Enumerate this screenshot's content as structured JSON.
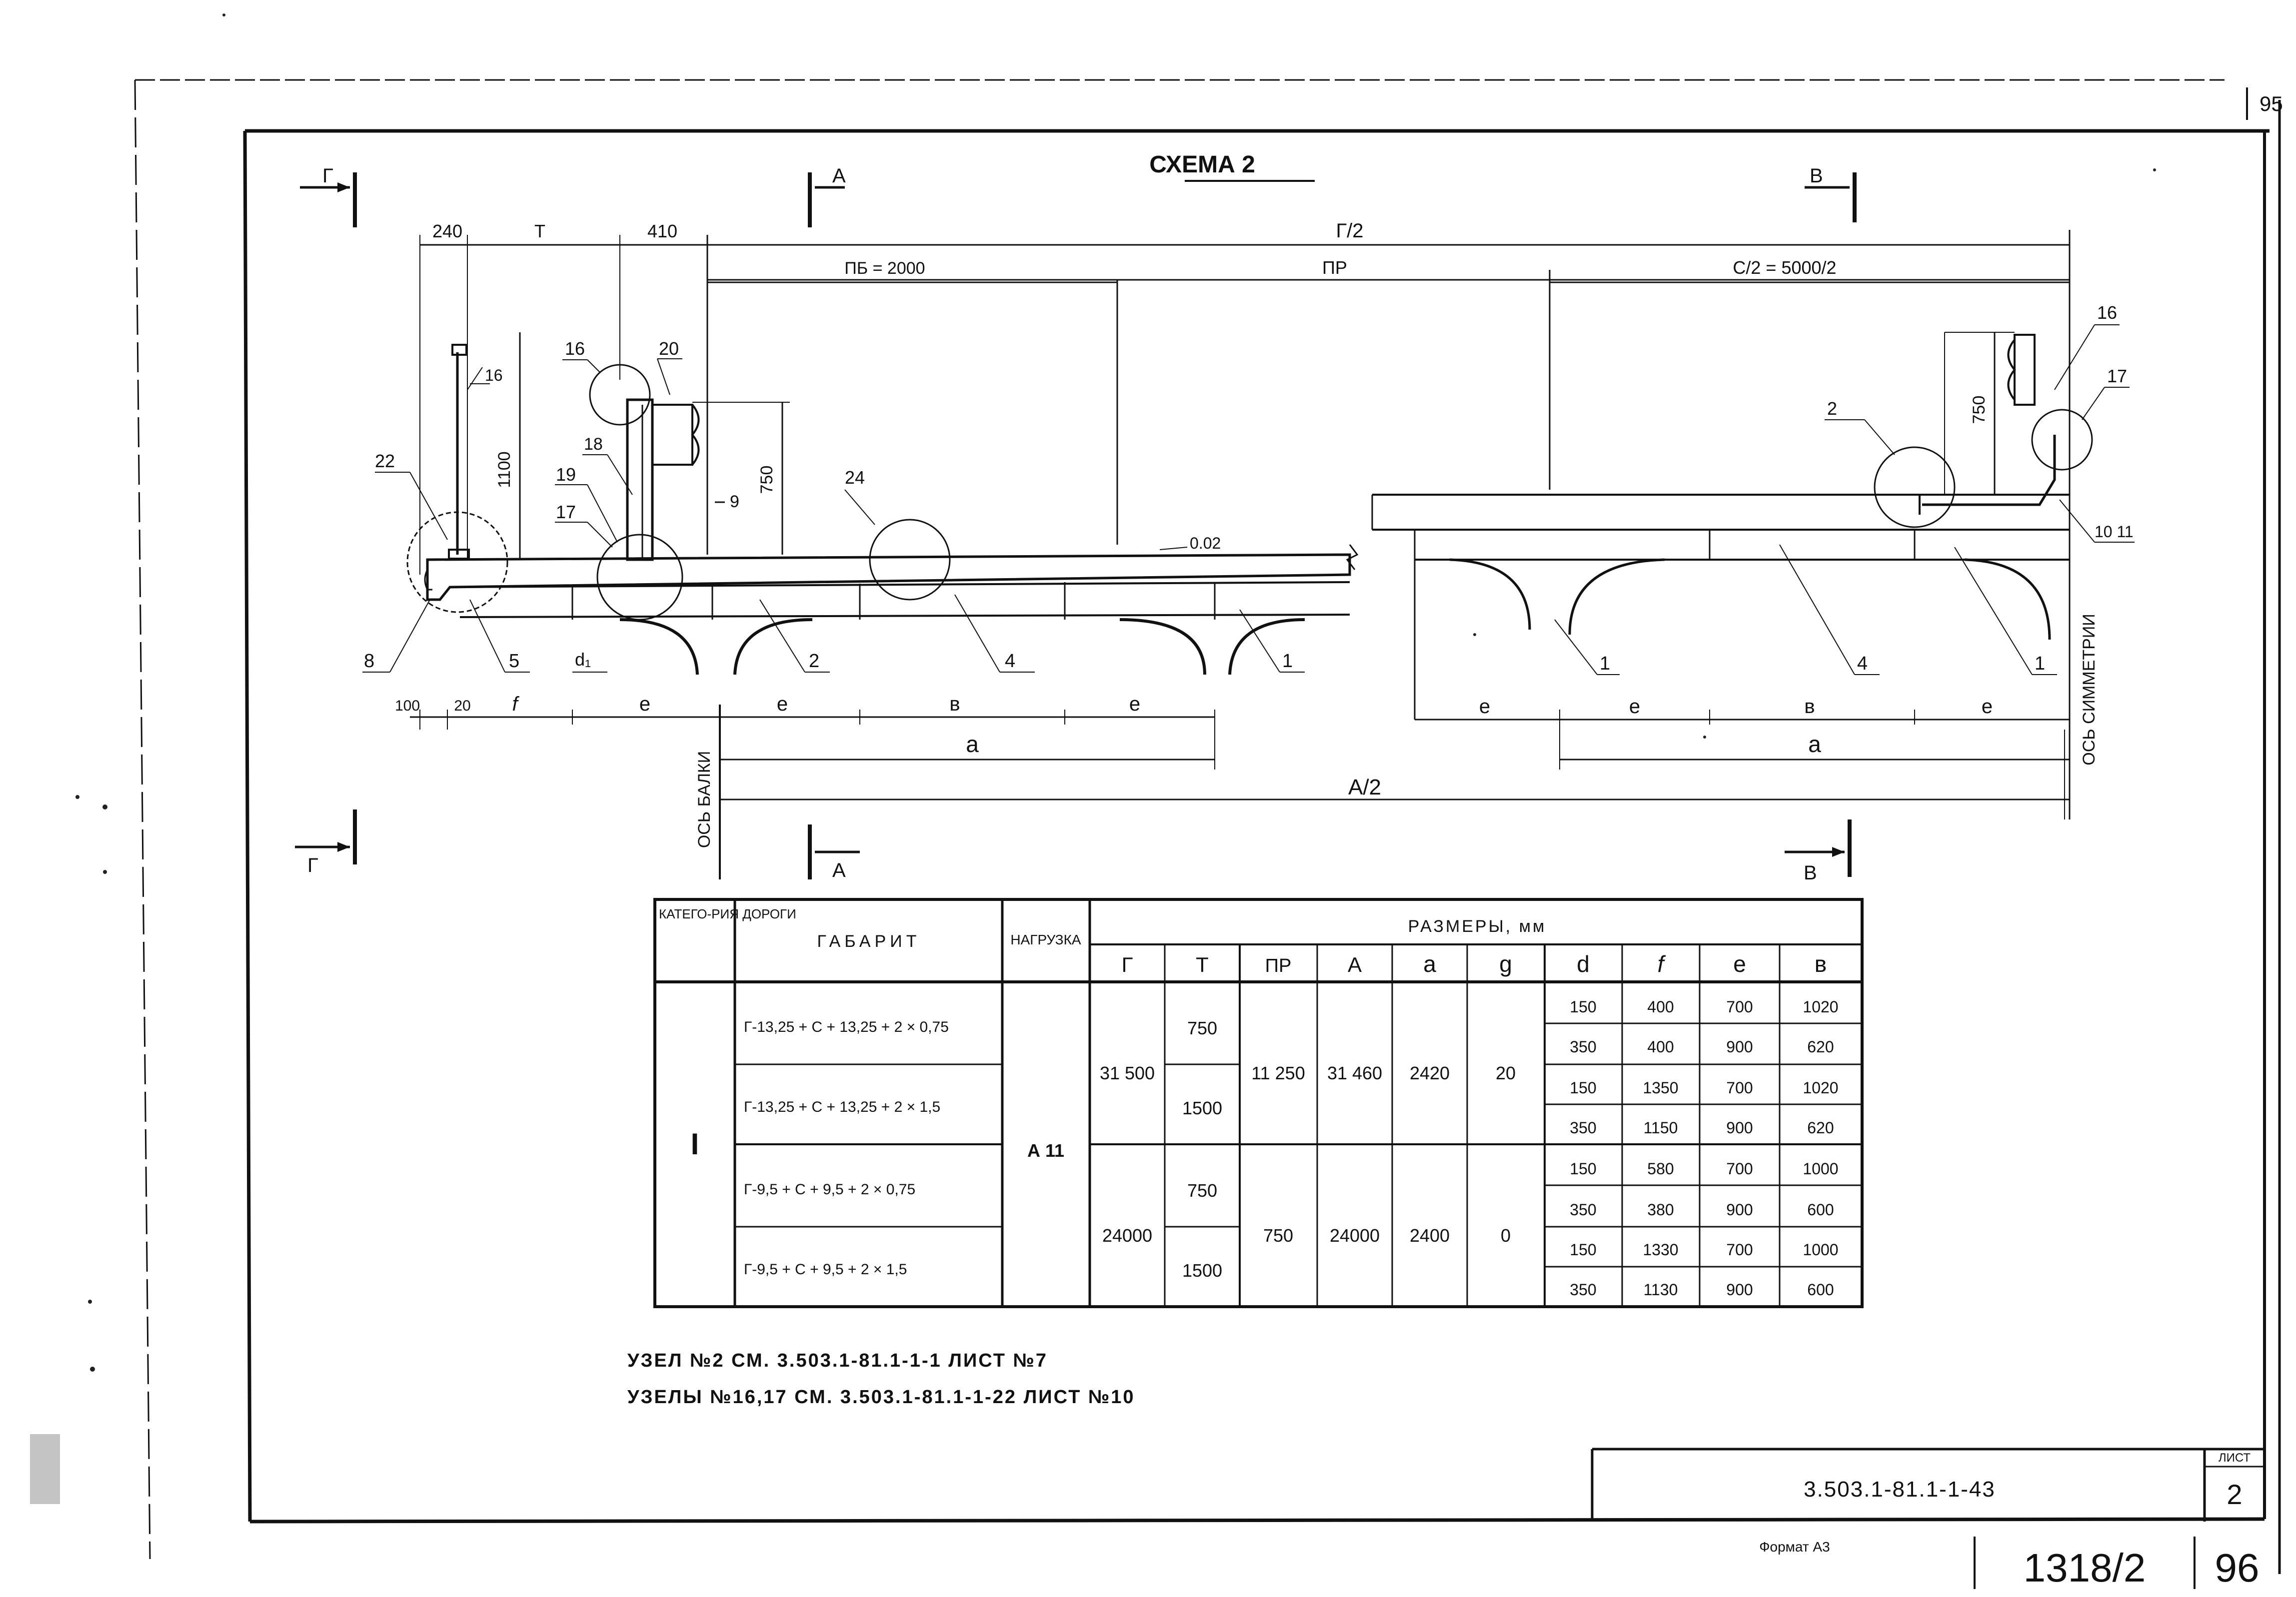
{
  "page": {
    "corner_number": "95",
    "title": "СХЕМА 2",
    "footer_number": "1318/2",
    "footer_page": "96",
    "format_label": "Формат А3"
  },
  "section_marks": {
    "g": "Г",
    "a": "А",
    "b": "В"
  },
  "drawing": {
    "top_dims": [
      "240",
      "Т",
      "410",
      "Г/2"
    ],
    "span_dims": [
      "ПБ = 2000",
      "ПР",
      "С/2 = 5000/2"
    ],
    "heights": [
      "1100",
      "750",
      "750"
    ],
    "small_dims": [
      "9",
      "0.02"
    ],
    "callouts_left": [
      "16",
      "22",
      "16",
      "20",
      "18",
      "19",
      "17",
      "24",
      "8",
      "5",
      "d₁",
      "2",
      "4",
      "1"
    ],
    "callouts_right": [
      "16",
      "17",
      "2",
      "10 11",
      "1",
      "4",
      "1"
    ],
    "bottom_dims_left": [
      "100",
      "20",
      "f",
      "e",
      "e",
      "в",
      "e"
    ],
    "bottom_dims_right": [
      "e",
      "e",
      "в",
      "e"
    ],
    "span_a": "a",
    "span_half": "A/2",
    "axis_beam": "ОСЬ БАЛКИ",
    "axis_symmetry": "ОСЬ СИММЕТРИИ"
  },
  "table": {
    "head": {
      "category": "КАТЕГО-РИЯ ДОРОГИ",
      "gabarit": "ГАБАРИТ",
      "load": "НАГРУЗКА",
      "sizes": "РАЗМЕРЫ, мм",
      "cols": [
        "Г",
        "Т",
        "ПР",
        "А",
        "а",
        "g",
        "d",
        "f",
        "e",
        "в"
      ]
    },
    "category_value": "I",
    "load_value": "А 11",
    "gabarits": [
      "Г-13,25 + С + 13,25 + 2 × 0,75",
      "Г-13,25 + С + 13,25 + 2 × 1,5",
      "Г-9,5 + С + 9,5 + 2 × 0,75",
      "Г-9,5 + С + 9,5 + 2 × 1,5"
    ],
    "groups": [
      {
        "G": "31 500",
        "PR": "11 250",
        "A": "31 460",
        "a": "2420",
        "g": "20"
      },
      {
        "G": "24000",
        "PR": "750",
        "A": "24000",
        "a": "2400",
        "g": "0"
      }
    ],
    "T_values": [
      "750",
      "1500",
      "750",
      "1500"
    ],
    "rows": [
      {
        "d": "150",
        "f": "400",
        "e": "700",
        "b": "1020"
      },
      {
        "d": "350",
        "f": "400",
        "e": "900",
        "b": "620"
      },
      {
        "d": "150",
        "f": "1350",
        "e": "700",
        "b": "1020"
      },
      {
        "d": "350",
        "f": "1150",
        "e": "900",
        "b": "620"
      },
      {
        "d": "150",
        "f": "580",
        "e": "700",
        "b": "1000"
      },
      {
        "d": "350",
        "f": "380",
        "e": "900",
        "b": "600"
      },
      {
        "d": "150",
        "f": "1330",
        "e": "700",
        "b": "1000"
      },
      {
        "d": "350",
        "f": "1130",
        "e": "900",
        "b": "600"
      }
    ]
  },
  "notes": [
    "УЗЕЛ №2 СМ. 3.503.1-81.1-1-1 ЛИСТ №7",
    "УЗЕЛЫ №16,17 СМ. 3.503.1-81.1-1-22 ЛИСТ №10"
  ],
  "stamp": {
    "code": "3.503.1-81.1-1-43",
    "sheet_label": "ЛИСТ",
    "sheet_value": "2"
  }
}
